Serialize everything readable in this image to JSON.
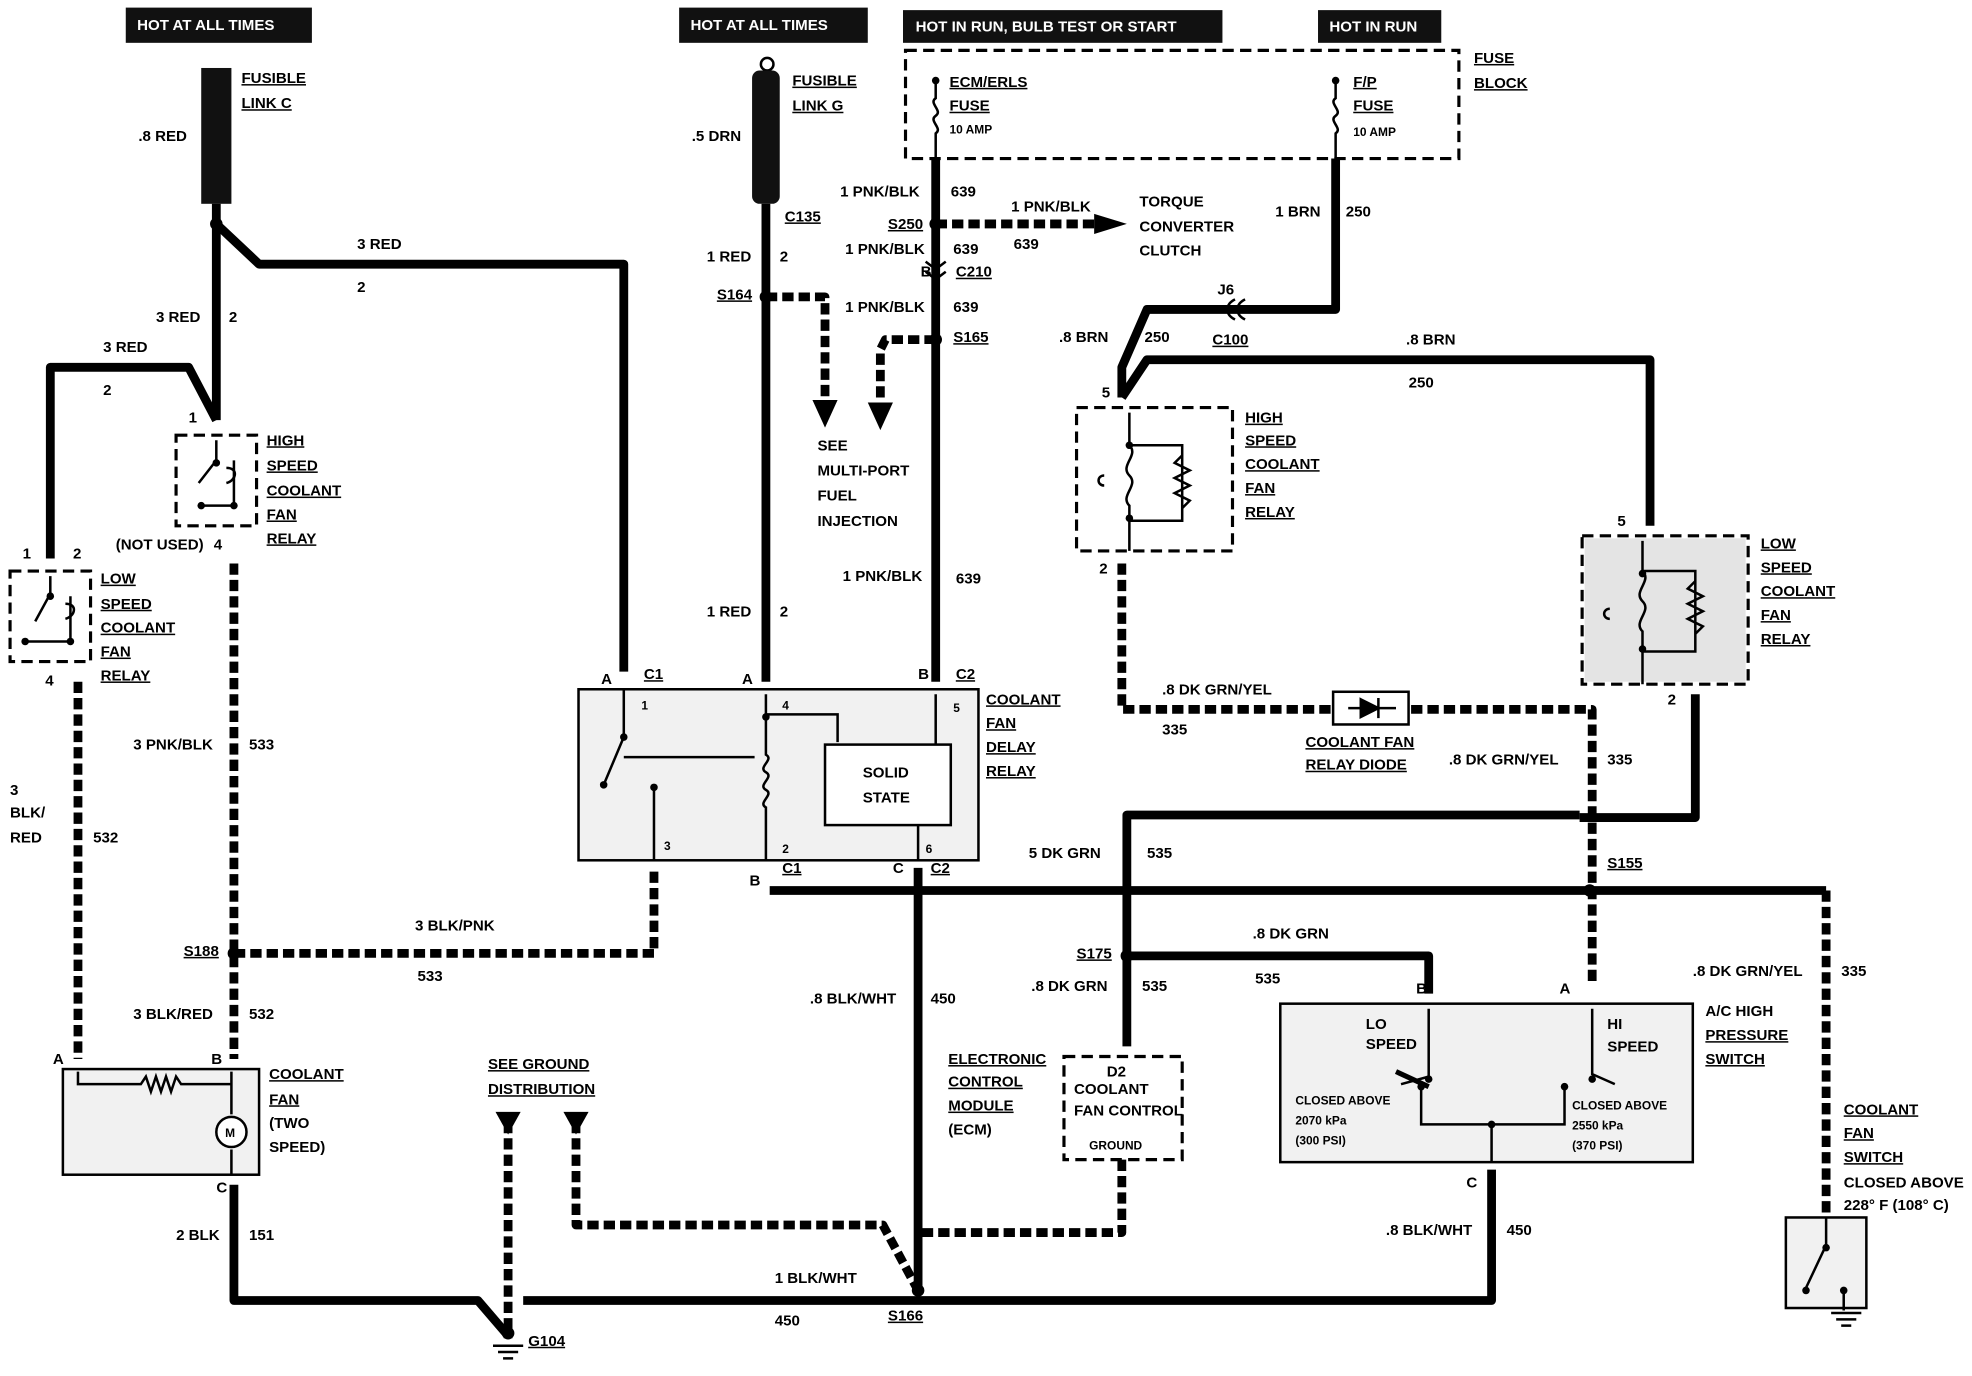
{
  "headers": {
    "hot_left": "HOT AT ALL TIMES",
    "hot_mid": "HOT AT ALL TIMES",
    "hot_run_bulb": "HOT IN RUN, BULB TEST OR START",
    "hot_run": "HOT IN RUN"
  },
  "fusible": {
    "c_line1": "FUSIBLE",
    "c_line2": "LINK C",
    "c_wire": ".8 RED",
    "g_line1": "FUSIBLE",
    "g_line2": "LINK G",
    "g_wire": ".5 DRN"
  },
  "fuse_block": {
    "title1": "FUSE",
    "title2": "BLOCK",
    "ecm_name1": "ECM/ERLS",
    "ecm_name2": "FUSE",
    "ecm_amp": "10 AMP",
    "fp_name1": "F/P",
    "fp_name2": "FUSE",
    "fp_amp": "10 AMP"
  },
  "wires": {
    "red3_top": "3 RED",
    "red3_top_circuit": "2",
    "red3_mid": "3 RED",
    "red3_mid_circuit": "2",
    "red3_left": "3 RED",
    "red3_left_circuit": "2",
    "red1_upper": "1 RED",
    "red1_upper_circuit": "2",
    "red1_lower": "1 RED",
    "red1_lower_circuit": "2",
    "pnkblk_1": "1 PNK/BLK",
    "pnkblk_1_circuit": "639",
    "pnkblk_2": "1 PNK/BLK",
    "pnkblk_2_circuit": "639",
    "pnkblk_3": "1 PNK/BLK",
    "pnkblk_3_circuit": "639",
    "pnkblk_4": "1 PNK/BLK",
    "pnkblk_4_circuit": "639",
    "pnkblk_torque": "1 PNK/BLK",
    "pnkblk_torque_circuit": "639",
    "brn_1": "1 BRN",
    "brn_1_circuit": "250",
    "brn_8a": ".8 BRN",
    "brn_8a_circuit": "250",
    "brn_8b": ".8 BRN",
    "brn_8b_circuit": "250",
    "pnkblk3": "3 PNK/BLK",
    "pnkblk3_circuit": "533",
    "blkred3_a": "3",
    "blkred3_b": "BLK/",
    "blkred3_c": "RED",
    "blkred3_circuit": "532",
    "blkpnk3": "3 BLK/PNK",
    "blkpnk3_circuit": "533",
    "blkred3_lower": "3 BLK/RED",
    "blkred3_lower_circuit": "532",
    "blk2": "2 BLK",
    "blk2_circuit": "151",
    "dkgrnyel_1": ".8 DK GRN/YEL",
    "dkgrnyel_1_circuit": "335",
    "dkgrnyel_2": ".8 DK GRN/YEL",
    "dkgrnyel_2_circuit": "335",
    "dkgrnyel_3": ".8 DK GRN/YEL",
    "dkgrnyel_3_circuit": "335",
    "dkgrn5": "5 DK GRN",
    "dkgrn5_circuit": "535",
    "dkgrn8_a": ".8 DK GRN",
    "dkgrn8_a_circuit": "535",
    "dkgrn8_b": ".8 DK GRN",
    "dkgrn8_b_circuit": "535",
    "blkwht_a": ".8 BLK/WHT",
    "blkwht_a_circuit": "450",
    "blkwht_b": ".8 BLK/WHT",
    "blkwht_b_circuit": "450",
    "blkwht_1": "1 BLK/WHT",
    "blkwht_1_circuit": "450"
  },
  "connectors": {
    "c135": "C135",
    "s250": "S250",
    "c210": "C210",
    "c210_pin": "B",
    "s164": "S164",
    "s165": "S165",
    "j6": "J6",
    "c100": "C100",
    "s188": "S188",
    "s155": "S155",
    "s175": "S175",
    "s166": "S166",
    "g104": "G104",
    "c1_a": "C1",
    "c1_b": "C1",
    "c2_b": "C2",
    "c2_c": "C2",
    "pin_a1": "A",
    "pin_a2": "A",
    "pin_b_top": "B",
    "pin_b_bot": "B",
    "pin_c_bot": "C"
  },
  "components": {
    "high_relay_left": [
      "HIGH",
      "SPEED",
      "COOLANT",
      "FAN",
      "RELAY"
    ],
    "low_relay_left": [
      "LOW",
      "SPEED",
      "COOLANT",
      "FAN",
      "RELAY"
    ],
    "high_relay_right": [
      "HIGH",
      "SPEED",
      "COOLANT",
      "FAN",
      "RELAY"
    ],
    "low_relay_right": [
      "LOW",
      "SPEED",
      "COOLANT",
      "FAN",
      "RELAY"
    ],
    "delay_relay": [
      "COOLANT",
      "FAN",
      "DELAY",
      "RELAY"
    ],
    "solid_state": [
      "SOLID",
      "STATE"
    ],
    "coolant_fan": [
      "COOLANT",
      "FAN",
      "(TWO",
      "SPEED)"
    ],
    "ecm": [
      "ELECTRONIC",
      "CONTROL",
      "MODULE",
      "(ECM)"
    ],
    "ecm_pin": "D2",
    "ecm_func1": "COOLANT",
    "ecm_func2": "FAN CONTROL",
    "ecm_ground": "GROUND",
    "diode": [
      "COOLANT FAN",
      "RELAY DIODE"
    ],
    "ac_switch": [
      "A/C HIGH",
      "PRESSURE",
      "SWITCH"
    ],
    "lo_speed": [
      "LO",
      "SPEED"
    ],
    "hi_speed": [
      "HI",
      "SPEED"
    ],
    "lo_closed": "CLOSED ABOVE",
    "lo_kpa": "2070 kPa",
    "lo_psi": "(300 PSI)",
    "hi_closed": "CLOSED ABOVE",
    "hi_kpa": "2550 kPa",
    "hi_psi": "(370 PSI)",
    "temp_switch": [
      "COOLANT",
      "FAN",
      "SWITCH"
    ],
    "temp_closed": "CLOSED ABOVE",
    "temp_value": "228° F (108° C)",
    "not_used": "(NOT USED)",
    "torque": [
      "TORQUE",
      "CONVERTER",
      "CLUTCH"
    ],
    "multiport": [
      "SEE",
      "MULTI-PORT",
      "FUEL",
      "INJECTION"
    ],
    "ground_dist": [
      "SEE GROUND",
      "DISTRIBUTION"
    ]
  },
  "pins": {
    "hr_1": "1",
    "hr_4": "4",
    "lr_1": "1",
    "lr_2": "2",
    "lr_4": "4",
    "hrr_5": "5",
    "hrr_2": "2",
    "lrr_5": "5",
    "lrr_2": "2",
    "dr_1": "1",
    "dr_4": "4",
    "dr_5": "5",
    "dr_3": "3",
    "dr_2": "2",
    "dr_6": "6",
    "fan_a": "A",
    "fan_b": "B",
    "fan_c": "C",
    "ac_a": "A",
    "ac_b": "B",
    "ac_c": "C"
  }
}
